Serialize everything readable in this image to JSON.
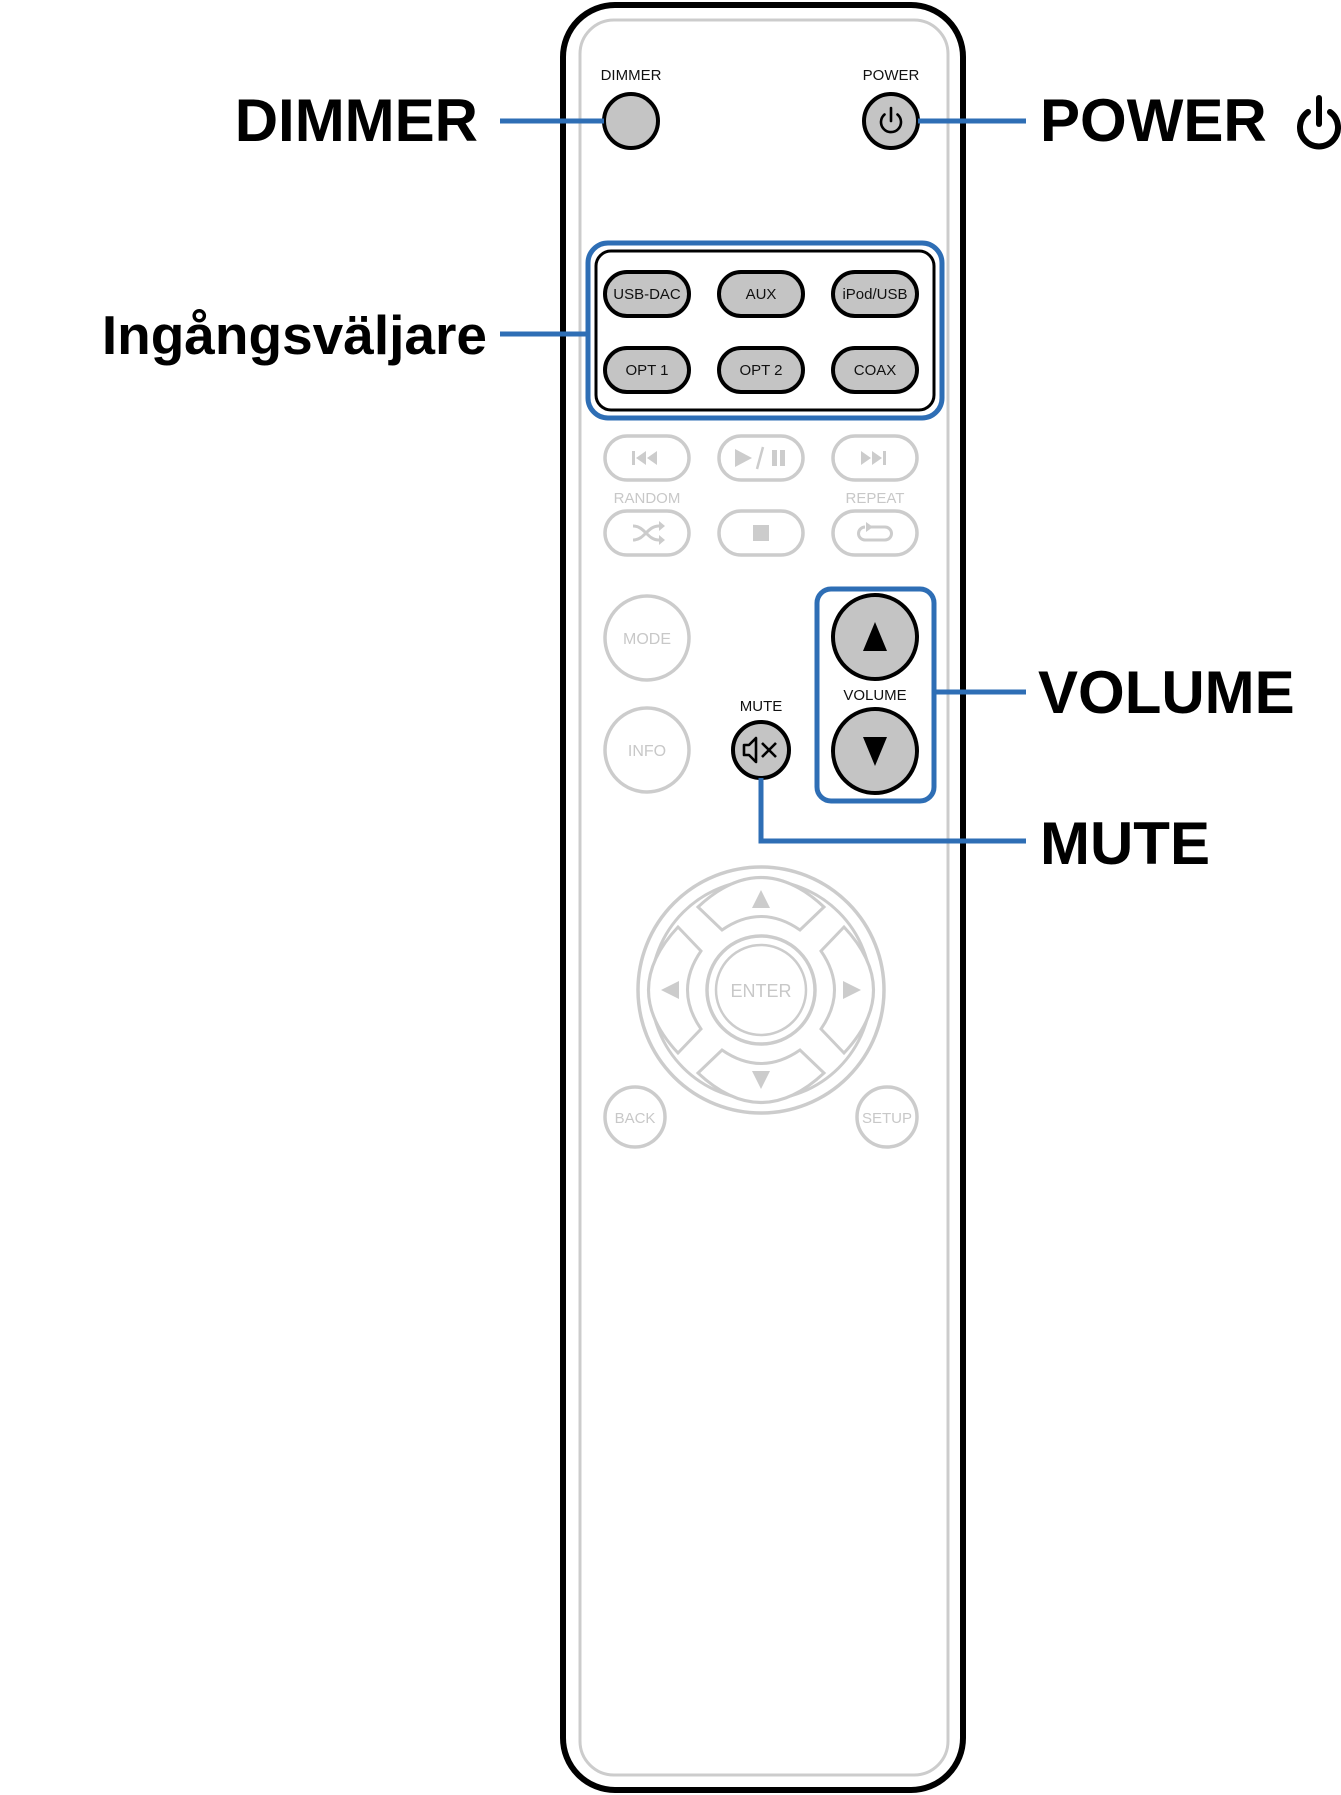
{
  "colors": {
    "callout_line": "#2e6eb5",
    "active_button_fill": "#c4c4c4",
    "faded": "#cccccc",
    "body_outline": "#000000"
  },
  "callouts": {
    "dimmer": "DIMMER",
    "power": "POWER",
    "input_selector": "Ingångsväljare",
    "volume": "VOLUME",
    "mute": "MUTE"
  },
  "remote": {
    "top_labels": {
      "dimmer": "DIMMER",
      "power": "POWER"
    },
    "inputs": [
      {
        "label": "USB-DAC"
      },
      {
        "label": "AUX"
      },
      {
        "label": "iPod/USB"
      },
      {
        "label": "OPT 1"
      },
      {
        "label": "OPT 2"
      },
      {
        "label": "COAX"
      }
    ],
    "transport_labels": {
      "random": "RANDOM",
      "repeat": "REPEAT"
    },
    "mode": "MODE",
    "info": "INFO",
    "mute": "MUTE",
    "volume": "VOLUME",
    "enter": "ENTER",
    "back": "BACK",
    "setup": "SETUP"
  }
}
